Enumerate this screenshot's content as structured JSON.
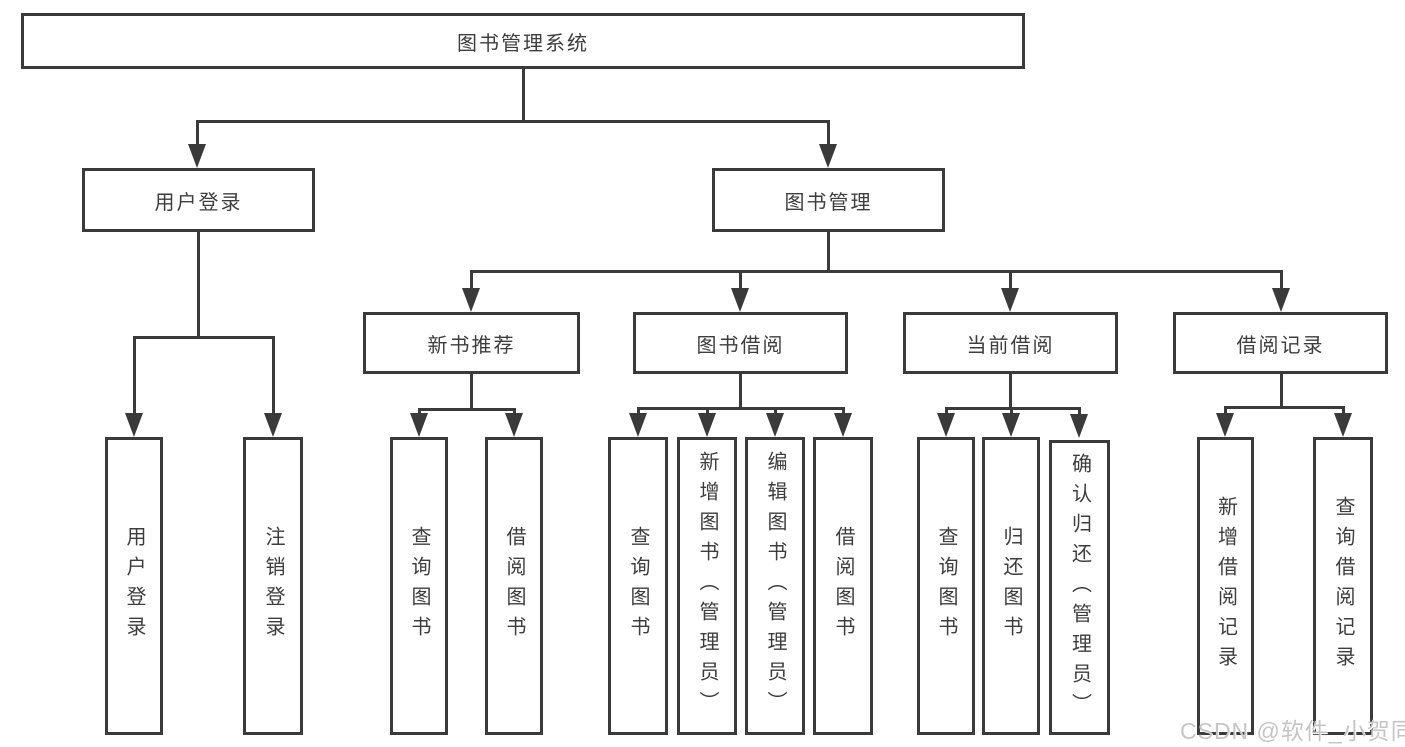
{
  "diagram": {
    "type": "hierarchy-tree",
    "orientation": "top-down"
  },
  "tree": {
    "label": "图书管理系统",
    "children": [
      {
        "label": "用户登录",
        "children": [
          {
            "label": "用户登录"
          },
          {
            "label": "注销登录"
          }
        ]
      },
      {
        "label": "图书管理",
        "children": [
          {
            "label": "新书推荐",
            "children": [
              {
                "label": "查询图书"
              },
              {
                "label": "借阅图书"
              }
            ]
          },
          {
            "label": "图书借阅",
            "children": [
              {
                "label": "查询图书"
              },
              {
                "label": "新增图书（管理员）"
              },
              {
                "label": "编辑图书（管理员）"
              },
              {
                "label": "借阅图书"
              }
            ]
          },
          {
            "label": "当前借阅",
            "children": [
              {
                "label": "查询图书"
              },
              {
                "label": "归还图书"
              },
              {
                "label": "确认归还（管理员）"
              }
            ]
          },
          {
            "label": "借阅记录",
            "children": [
              {
                "label": "新增借阅记录"
              },
              {
                "label": "查询借阅记录"
              }
            ]
          }
        ]
      }
    ]
  },
  "watermark": {
    "text": "CSDN @软件_小贺同学"
  },
  "colors": {
    "line": "#3a3a3a",
    "box_border": "#3a3a3a",
    "box_fill": "#ffffff",
    "text": "#3d3d3d",
    "watermark": "#c5c5c5",
    "background": "#ffffff"
  }
}
